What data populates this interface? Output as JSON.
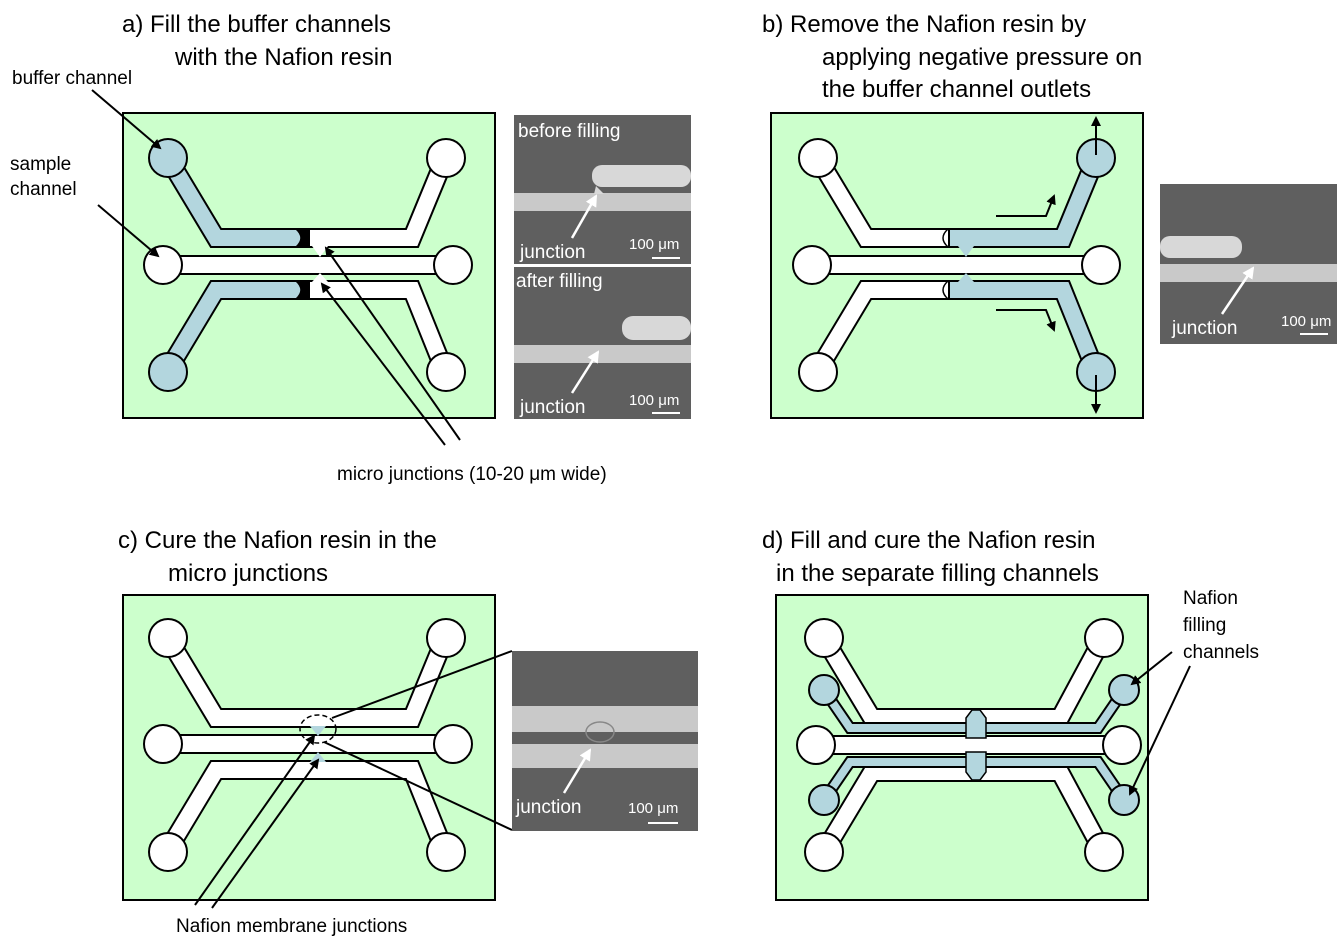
{
  "panels": {
    "a": {
      "title_line1": "a) Fill the buffer channels",
      "title_line2": "with the Nafion resin"
    },
    "b": {
      "title_line1": "b) Remove the Nafion resin by",
      "title_line2": "applying negative pressure on",
      "title_line3": "the buffer channel outlets"
    },
    "c": {
      "title_line1": "c) Cure the Nafion resin in the",
      "title_line2": "micro junctions"
    },
    "d": {
      "title_line1": "d) Fill and cure the Nafion resin",
      "title_line2": "in the separate filling channels"
    }
  },
  "labels": {
    "buffer_channel": "buffer channel",
    "sample_channel_line1": "sample",
    "sample_channel_line2": "channel",
    "micro_junctions": "micro junctions (10-20 μm wide)",
    "nafion_membrane_junctions": "Nafion membrane junctions",
    "nafion_filling_line1": "Nafion",
    "nafion_filling_line2": "filling",
    "nafion_filling_line3": "channels"
  },
  "photos": {
    "before_filling": "before filling",
    "after_filling": "after filling",
    "junction": "junction",
    "scale_bar": "100 μm"
  },
  "colors": {
    "chip_fill": "#ccffcc",
    "nafion_fill": "#b3d6de",
    "photo_background": "#5f5f5f"
  }
}
